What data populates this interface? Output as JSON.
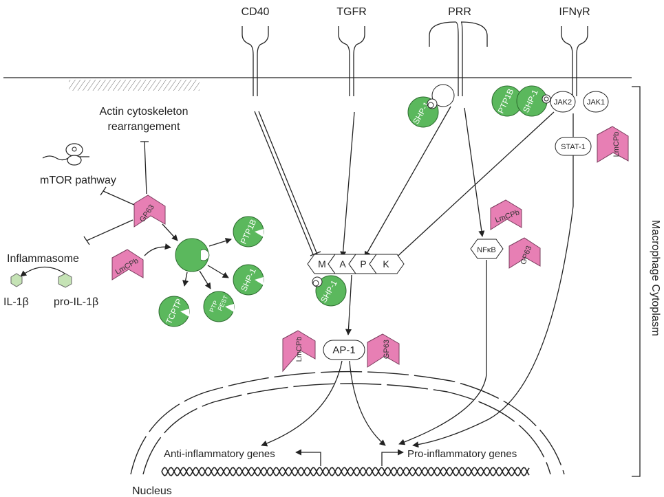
{
  "receptors": {
    "cd40": "CD40",
    "tgfr": "TGFR",
    "prr": "PRR",
    "ifngr": "IFNγR"
  },
  "labels": {
    "actin_line1": "Actin cytoskeleton",
    "actin_line2": "rearrangement",
    "mtor": "mTOR pathway",
    "inflammasome": "Inflammasome",
    "il1b": "IL-1β",
    "pro_il1b": "pro-IL-1β",
    "nucleus": "Nucleus",
    "cytoplasm": "Macrophage Cytoplasm",
    "anti_genes": "Anti-inflammatory genes",
    "pro_genes": "Pro-inflammatory genes"
  },
  "molecules": {
    "gp63": "GP63",
    "lmcpb": "LmCPb",
    "shp1": "SHP-1",
    "ptp1b": "PTP1B",
    "tcptp": "TCPTP",
    "ptp_pest_line1": "PTP",
    "ptp_pest_line2": "PEST",
    "jak2": "JAK2",
    "jak1": "JAK1",
    "stat1": "STAT-1",
    "nfkb": "NFκB",
    "ap1": "AP-1",
    "mapk_m": "M",
    "mapk_a": "A",
    "mapk_p": "P",
    "mapk_k": "K"
  },
  "colors": {
    "phosphatase": "#5bb85d",
    "protease": "#e77fb4",
    "line": "#222222"
  }
}
